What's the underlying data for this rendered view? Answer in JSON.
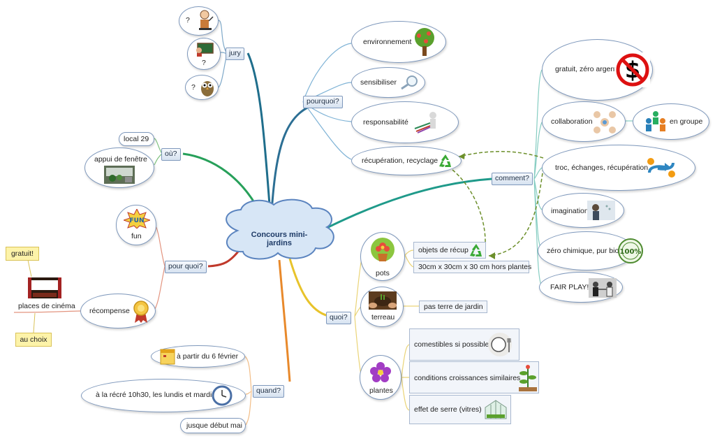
{
  "central": "Concours mini-jardins",
  "branches": {
    "jury": {
      "label": "jury",
      "members": [
        "?",
        "?",
        "?"
      ]
    },
    "ou": {
      "label": "où?",
      "items": [
        "local 29",
        "appui de fenêtre"
      ]
    },
    "pour_quoi": {
      "label": "pour quoi?",
      "items": [
        "fun",
        "récompense",
        "places de cinéma"
      ],
      "notes": [
        "gratuit!",
        "au choix"
      ],
      "fun_badge": "FUN"
    },
    "quand": {
      "label": "quand?",
      "items": [
        "à partir du 6 février",
        "à la récré 10h30, les lundis et mardis",
        "jusque début mai"
      ]
    },
    "pourquoi": {
      "label": "pourquoi?",
      "items": [
        "environnement",
        "sensibiliser",
        "responsabilité",
        "récupération, recyclage"
      ]
    },
    "comment": {
      "label": "comment?",
      "items": [
        "gratuit, zéro argent",
        "collaboration",
        "en groupe",
        "troc, échanges, récupération",
        "imagination",
        "zéro chimique, pur bio",
        "FAIR PLAY!!"
      ],
      "badge": "100%"
    },
    "quoi": {
      "label": "quoi?",
      "items": [
        "pots",
        "terreau",
        "plantes"
      ],
      "details": [
        "objets de récup",
        "30cm x 30cm x 30 cm hors plantes",
        "pas terre de jardin",
        "comestibles si possible",
        "conditions croissances similaires",
        "effet de serre (vitres)"
      ]
    }
  },
  "colors": {
    "bubble_border": "#7e98bc",
    "label_bg": "#dce6f2",
    "note_bg": "#fdf3a9",
    "cloud_fill": "#d7e6f6",
    "cloud_border": "#5b84bf"
  }
}
